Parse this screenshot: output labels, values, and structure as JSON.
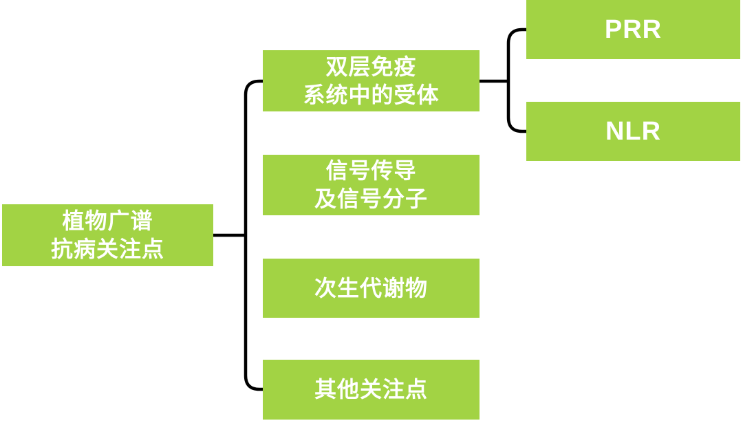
{
  "diagram": {
    "colors": {
      "background": "#ffffff",
      "node_fill": "#a2d344",
      "node_text": "#ffffff",
      "connector": "#000000"
    },
    "root": {
      "lines": [
        "植物广谱",
        "抗病关注点"
      ]
    },
    "branches": [
      {
        "lines": [
          "双层免疫",
          "系统中的受体"
        ],
        "children": [
          {
            "label": "PRR"
          },
          {
            "label": "NLR"
          }
        ]
      },
      {
        "lines": [
          "信号传导",
          "及信号分子"
        ],
        "children": []
      },
      {
        "lines": [
          "次生代谢物"
        ],
        "children": []
      },
      {
        "lines": [
          "其他关注点"
        ],
        "children": []
      }
    ]
  }
}
